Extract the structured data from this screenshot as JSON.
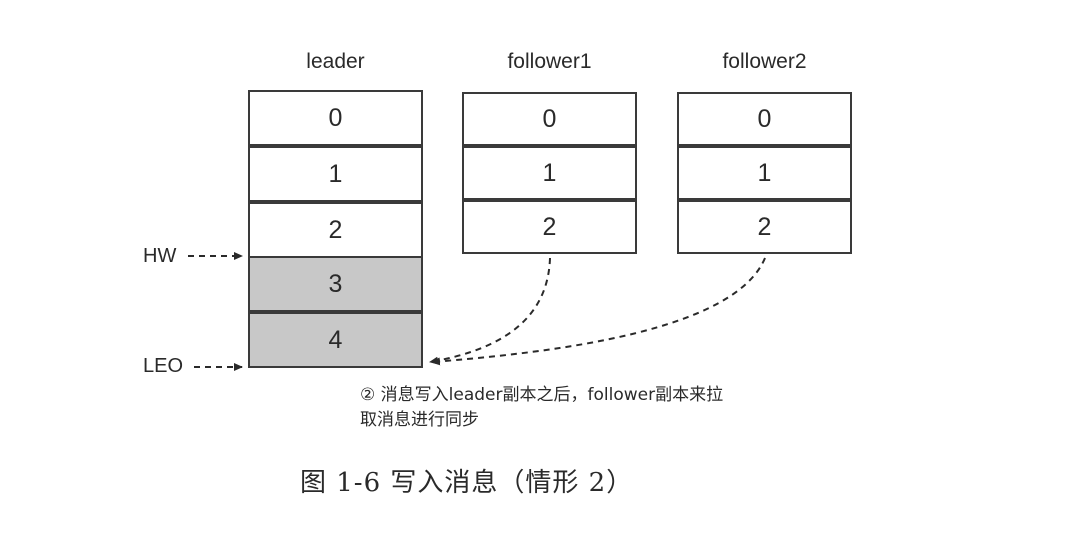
{
  "replicas": [
    {
      "name": "leader",
      "messages": [
        "0",
        "1",
        "2",
        "3",
        "4"
      ],
      "committed_count": 3
    },
    {
      "name": "follower1",
      "messages": [
        "0",
        "1",
        "2"
      ],
      "committed_count": 3
    },
    {
      "name": "follower2",
      "messages": [
        "0",
        "1",
        "2"
      ],
      "committed_count": 3
    }
  ],
  "pointers": {
    "hw": "HW",
    "leo": "LEO"
  },
  "note": {
    "line1": "② 消息写入leader副本之后，follower副本来拉",
    "line2": "取消息进行同步"
  },
  "caption": "图 1-6   写入消息（情形 2）",
  "colors": {
    "uncommitted_fill": "#c8c8c8",
    "border": "#3a3a3a"
  }
}
